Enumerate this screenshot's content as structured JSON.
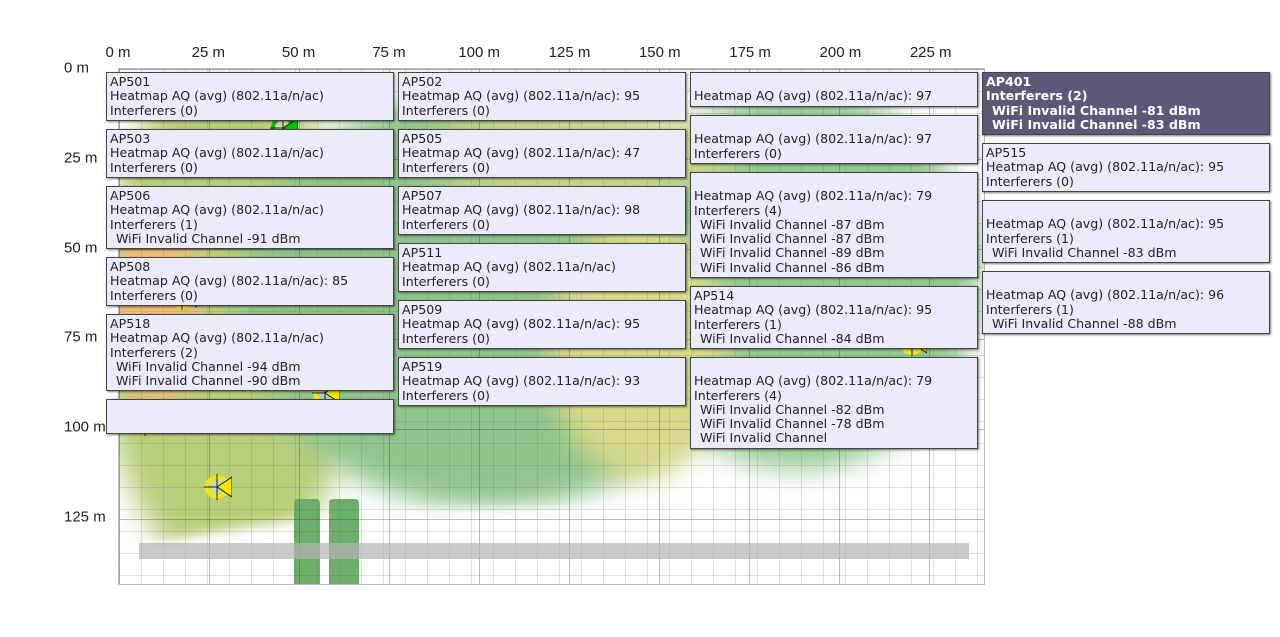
{
  "x_axis": {
    "ticks": [
      "0 m",
      "25 m",
      "50 m",
      "75 m",
      "100 m",
      "125 m",
      "150 m",
      "175 m",
      "200 m",
      "225 m"
    ]
  },
  "y_axis": {
    "ticks": [
      "0 m",
      "25 m",
      "50 m",
      "75 m",
      "100 m",
      "125 m"
    ]
  },
  "colors": {
    "ap_good": "#00c000",
    "ap_warn": "#f5e800",
    "tooltip_bg": "#ecebfb",
    "tooltip_selected_bg": "#5a5a78"
  },
  "access_points": [
    {
      "id": "ap-501",
      "status": "warn"
    },
    {
      "id": "ap-502",
      "status": "good"
    },
    {
      "id": "ap-503",
      "status": "good"
    },
    {
      "id": "ap-506",
      "status": "warn"
    },
    {
      "id": "ap-511",
      "status": "good"
    },
    {
      "id": "ap-509",
      "status": "warn"
    },
    {
      "id": "ap-508",
      "status": "warn"
    },
    {
      "id": "ap-518",
      "status": "warn"
    },
    {
      "id": "ap-515",
      "status": "warn"
    },
    {
      "id": "ap-401",
      "status": "good"
    },
    {
      "id": "ap-unnamed-lower",
      "status": "warn"
    }
  ],
  "tooltips": [
    {
      "id": "tip-ap501",
      "lines": [
        "AP501",
        "Heatmap AQ (avg) (802.11a/n/ac)",
        "Interferers (0)"
      ]
    },
    {
      "id": "tip-hidden-top",
      "lines": [
        "",
        "Heatmap AQ (avg) (802.11a/n/ac): 97"
      ]
    },
    {
      "id": "tip-hidden-mid",
      "lines": [
        "",
        "Heatmap AQ (avg) (802.11a/n/ac): 97",
        "Interferers (0)"
      ]
    },
    {
      "id": "tip-hidden-right",
      "lines": [
        "",
        "Heatmap AQ (avg) (802.11a/n/ac): 79",
        "Interferers (4)",
        " WiFi Invalid Channel -87 dBm",
        " WiFi Invalid Channel -87 dBm",
        " WiFi Invalid Channel -89 dBm",
        " WiFi Invalid Channel -86 dBm"
      ]
    },
    {
      "id": "tip-ap502",
      "lines": [
        "AP502",
        "Heatmap AQ (avg) (802.11a/n/ac): 95",
        "Interferers (0)"
      ]
    },
    {
      "id": "tip-ap503",
      "lines": [
        "AP503",
        "Heatmap AQ (avg) (802.11a/n/ac)",
        "Interferers (0)"
      ]
    },
    {
      "id": "tip-ap505",
      "lines": [
        "AP505",
        "Heatmap AQ (avg) (802.11a/n/ac): 47",
        "Interferers (0)"
      ]
    },
    {
      "id": "tip-ap401",
      "dark": true,
      "lines": [
        "AP401",
        "Interferers (2)",
        " WiFi Invalid Channel -81 dBm",
        " WiFi Invalid Channel -83 dBm"
      ]
    },
    {
      "id": "tip-ap506",
      "lines": [
        "AP506",
        "Heatmap AQ (avg) (802.11a/n/ac)",
        "Interferers (1)",
        " WiFi Invalid Channel -91 dBm"
      ]
    },
    {
      "id": "tip-ap507",
      "lines": [
        "AP507",
        "Heatmap AQ (avg) (802.11a/n/ac): 98",
        "Interferers (0)"
      ]
    },
    {
      "id": "tip-ap511",
      "lines": [
        "AP511",
        "Heatmap AQ (avg) (802.11a/n/ac)",
        "Interferers (0)"
      ]
    },
    {
      "id": "tip-hidden-lower",
      "lines": [
        "",
        "Heatmap AQ (avg) (802.11a/n/ac): 79",
        "Interferers (4)",
        " WiFi Invalid Channel -82 dBm",
        " WiFi Invalid Channel -78 dBm",
        " WiFi Invalid Channel"
      ]
    },
    {
      "id": "tip-ap514",
      "lines": [
        "AP514",
        "Heatmap AQ (avg) (802.11a/n/ac): 95",
        "Interferers (1)",
        " WiFi Invalid Channel -84 dBm"
      ]
    },
    {
      "id": "tip-ap515",
      "lines": [
        "AP515",
        "Heatmap AQ (avg) (802.11a/n/ac): 95",
        "Interferers (0)"
      ]
    },
    {
      "id": "tip-ap509",
      "lines": [
        "AP509",
        "Heatmap AQ (avg) (802.11a/n/ac): 95",
        "Interferers (0)"
      ]
    },
    {
      "id": "tip-ap508",
      "lines": [
        "AP508",
        "Heatmap AQ (avg) (802.11a/n/ac): 85",
        "Interferers (0)"
      ]
    },
    {
      "id": "tip-hidden-bottom",
      "lines": [
        "",
        ""
      ]
    },
    {
      "id": "tip-ap518",
      "lines": [
        "AP518",
        "Heatmap AQ (avg) (802.11a/n/ac)",
        "Interferers (2)",
        " WiFi Invalid Channel -94 dBm",
        " WiFi Invalid Channel -90 dBm"
      ]
    },
    {
      "id": "tip-hidden-br2",
      "lines": [
        "",
        "Heatmap AQ (avg) (802.11a/n/ac): 96",
        "Interferers (1)",
        " WiFi Invalid Channel -88 dBm"
      ]
    },
    {
      "id": "tip-hidden-br1",
      "lines": [
        "",
        "Heatmap AQ (avg) (802.11a/n/ac): 95",
        "Interferers (1)",
        " WiFi Invalid Channel -83 dBm"
      ]
    },
    {
      "id": "tip-ap519",
      "lines": [
        "AP519",
        "Heatmap AQ (avg) (802.11a/n/ac): 93",
        "Interferers (0)"
      ]
    }
  ]
}
